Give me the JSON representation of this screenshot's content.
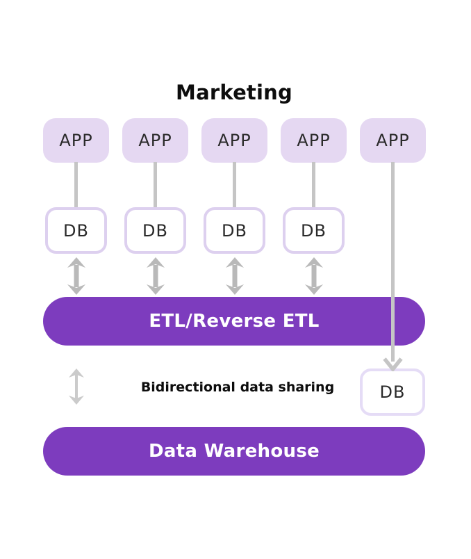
{
  "title": "Marketing",
  "nodes": {
    "apps": [
      {
        "label": "APP"
      },
      {
        "label": "APP"
      },
      {
        "label": "APP"
      },
      {
        "label": "APP"
      },
      {
        "label": "APP"
      }
    ],
    "dbs": [
      {
        "label": "DB"
      },
      {
        "label": "DB"
      },
      {
        "label": "DB"
      },
      {
        "label": "DB"
      }
    ],
    "warehouse_db": {
      "label": "DB"
    }
  },
  "layers": {
    "etl": {
      "label": "ETL/Reverse ETL"
    },
    "warehouse": {
      "label": "Data Warehouse"
    }
  },
  "annotations": {
    "sharing": "Bidirectional data sharing"
  },
  "icons": {
    "bidirectional_arrow": "double-headed vertical arrow ⬍",
    "down_arrow": "downward chevron arrowhead ˅",
    "connector": "vertical line |"
  },
  "colors": {
    "purple": "#7D3CBE",
    "app_fill": "#E5D8F2",
    "db_border": "#DDD0EF",
    "db_right_border": "#E5DCF6",
    "connector_gray": "#C5C5C5",
    "arrow_gray": "#B9B9B9",
    "arrow_light_gray": "#CBCBCB",
    "text_dark": "#0D0D0D",
    "text_on_purple": "#FFFFFF"
  }
}
